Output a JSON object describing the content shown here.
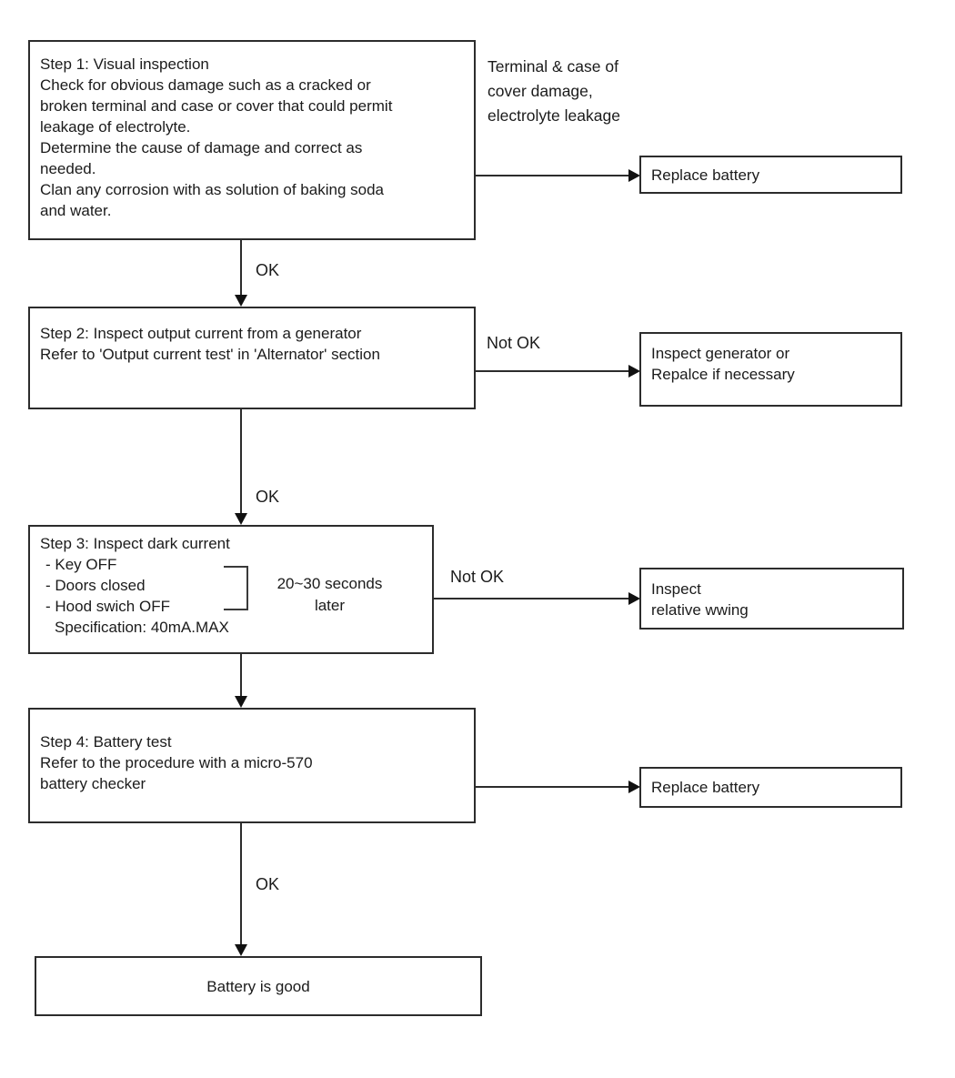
{
  "colors": {
    "ink": "#1b1b1b",
    "line": "#2c2c2c",
    "background": "#ffffff"
  },
  "edges": {
    "ok": "OK",
    "not_ok": "Not OK"
  },
  "side_note": {
    "lines": [
      "Terminal & case of",
      "cover damage,",
      "electrolyte leakage"
    ]
  },
  "nodes": {
    "step1": {
      "lines": [
        "Step 1: Visual inspection",
        "Check for obvious damage such as a cracked or",
        "broken terminal and case or cover that could permit",
        "leakage of electrolyte.",
        "Determine the cause of damage and correct as",
        "needed.",
        "Clan any corrosion with as solution of baking soda",
        "and water."
      ]
    },
    "step2": {
      "lines": [
        "Step 2: Inspect output current from a generator",
        "Refer to 'Output current test' in 'Alternator' section"
      ]
    },
    "step3": {
      "lines": [
        "Step 3: Inspect dark current",
        "- Key OFF",
        "- Doors closed",
        "- Hood swich OFF",
        "Specification: 40mA.MAX"
      ],
      "annotation_lines": [
        "20~30 seconds",
        "later"
      ]
    },
    "step4": {
      "lines": [
        "Step 4: Battery test",
        "Refer to the procedure with a micro-570",
        "battery checker"
      ]
    },
    "replace_battery_1": {
      "label": "Replace battery"
    },
    "inspect_generator": {
      "lines": [
        "Inspect generator or",
        "Repalce if necessary"
      ]
    },
    "inspect_wiring": {
      "lines": [
        "Inspect",
        "relative wwing"
      ]
    },
    "replace_battery_2": {
      "label": "Replace battery"
    },
    "battery_good": {
      "label": "Battery is good"
    }
  }
}
